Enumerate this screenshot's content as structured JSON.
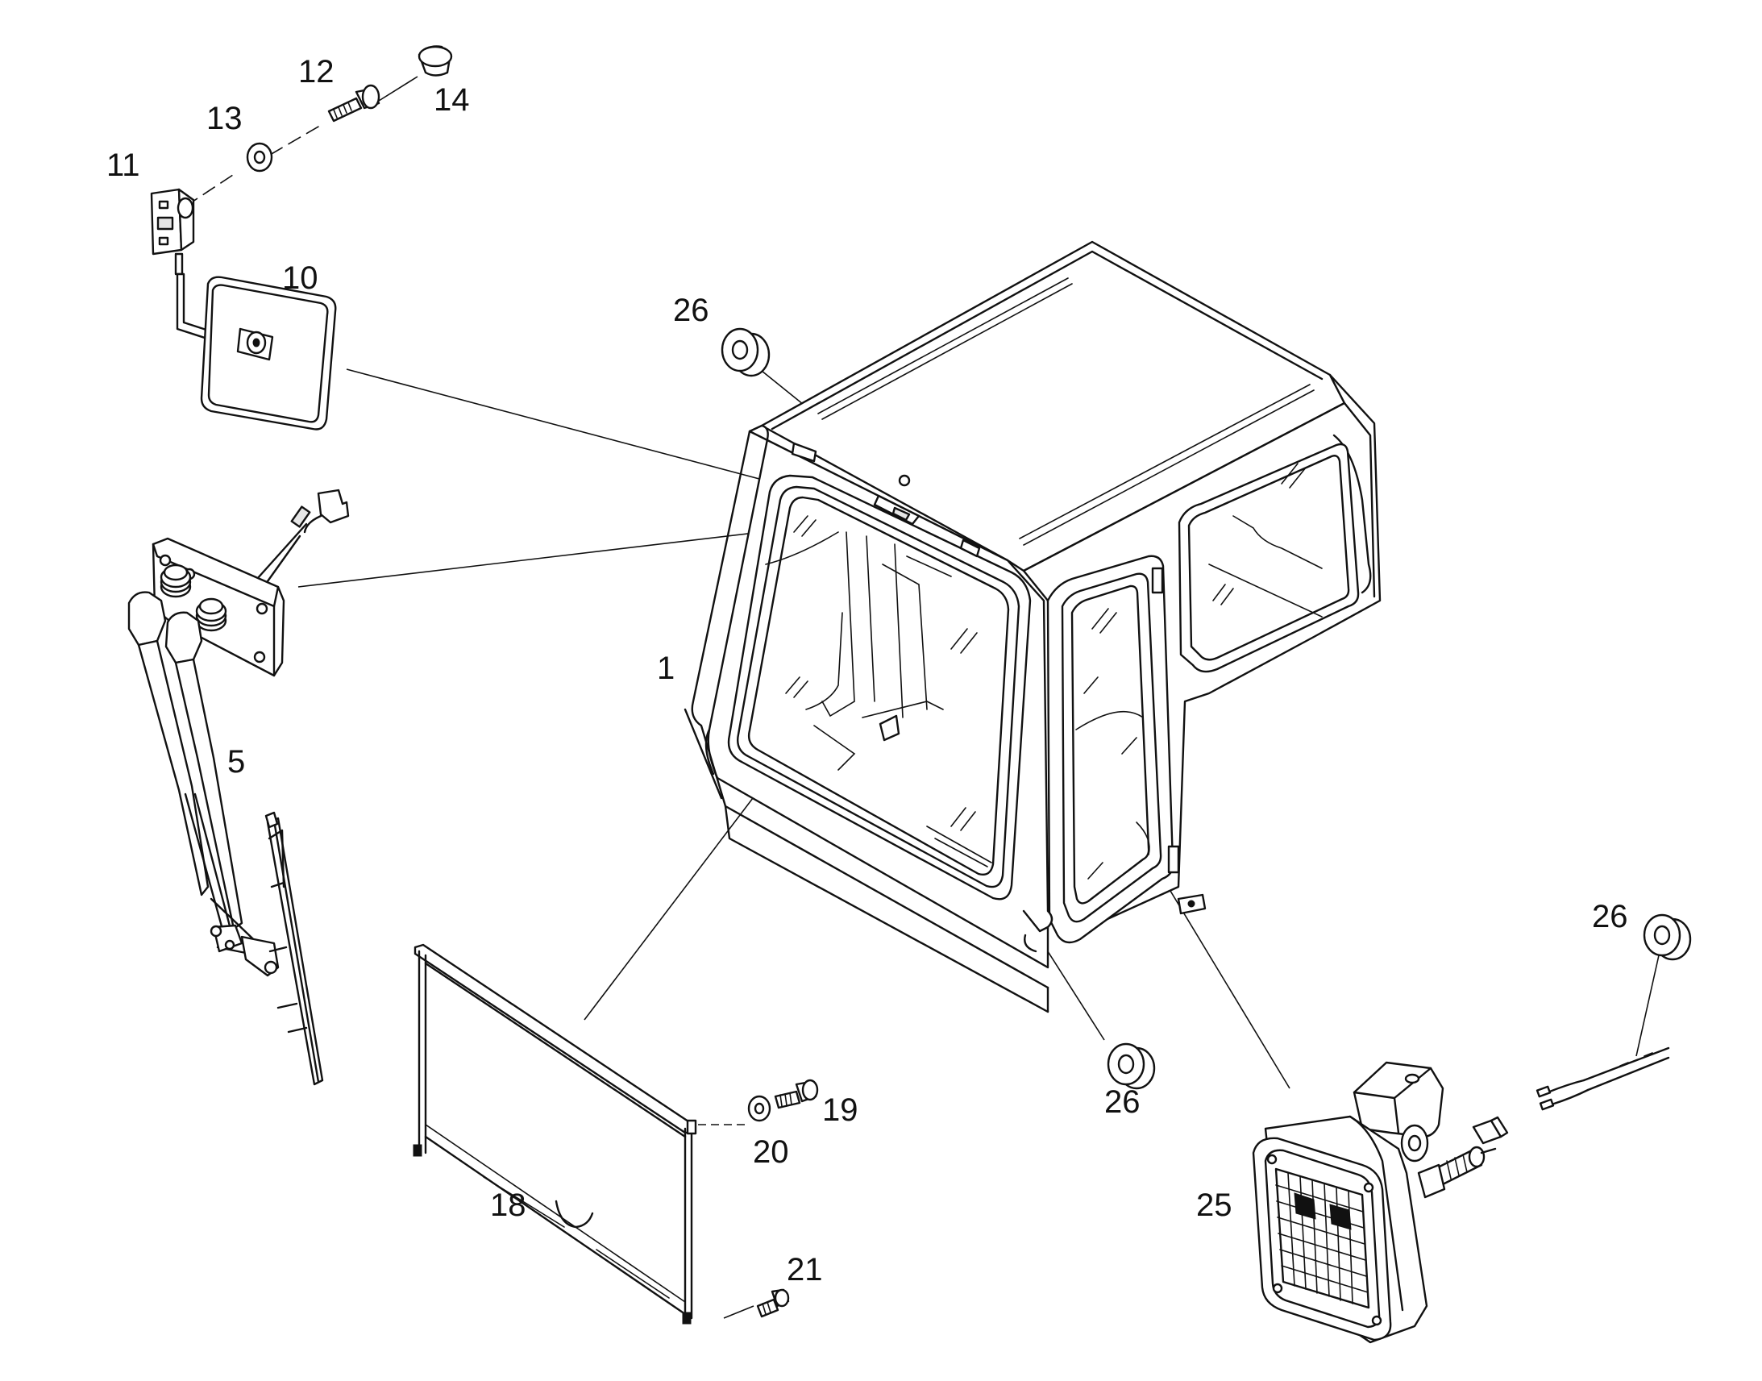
{
  "diagram": {
    "callouts": [
      "1",
      "5",
      "10",
      "11",
      "12",
      "13",
      "14",
      "18",
      "19",
      "20",
      "21",
      "25",
      "26",
      "26",
      "26"
    ]
  }
}
